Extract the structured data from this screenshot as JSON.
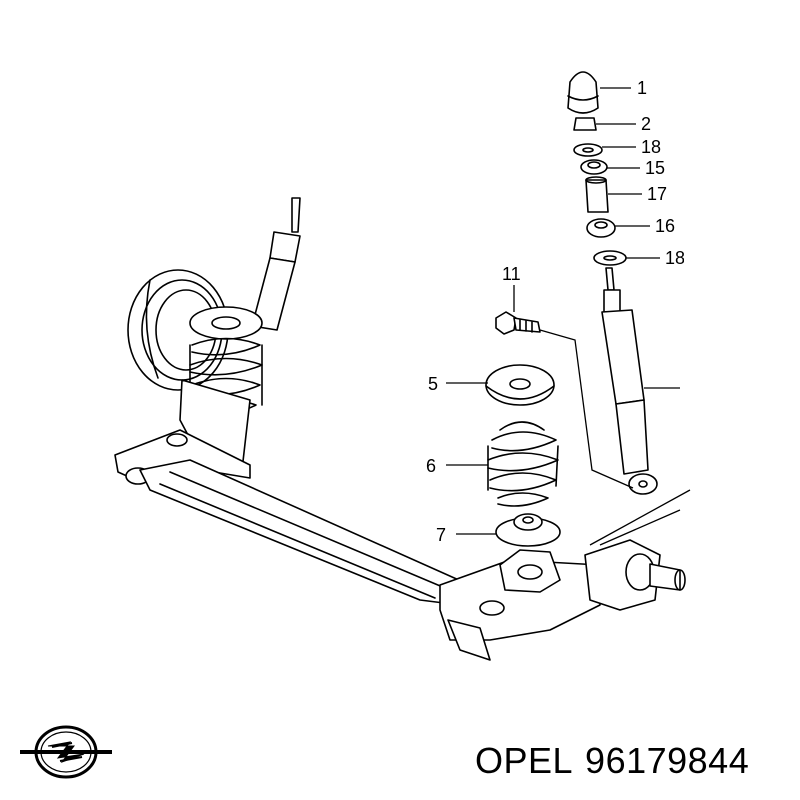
{
  "callouts": {
    "c1": "1",
    "c2": "2",
    "c18a": "18",
    "c15": "15",
    "c17": "17",
    "c16": "16",
    "c18b": "18",
    "c11": "11",
    "c5": "5",
    "c6": "6",
    "c7": "7"
  },
  "caption": {
    "brand": "OPEL",
    "part_number": "96179844"
  },
  "logo": {
    "name": "opel-logo",
    "color": "#000000"
  }
}
